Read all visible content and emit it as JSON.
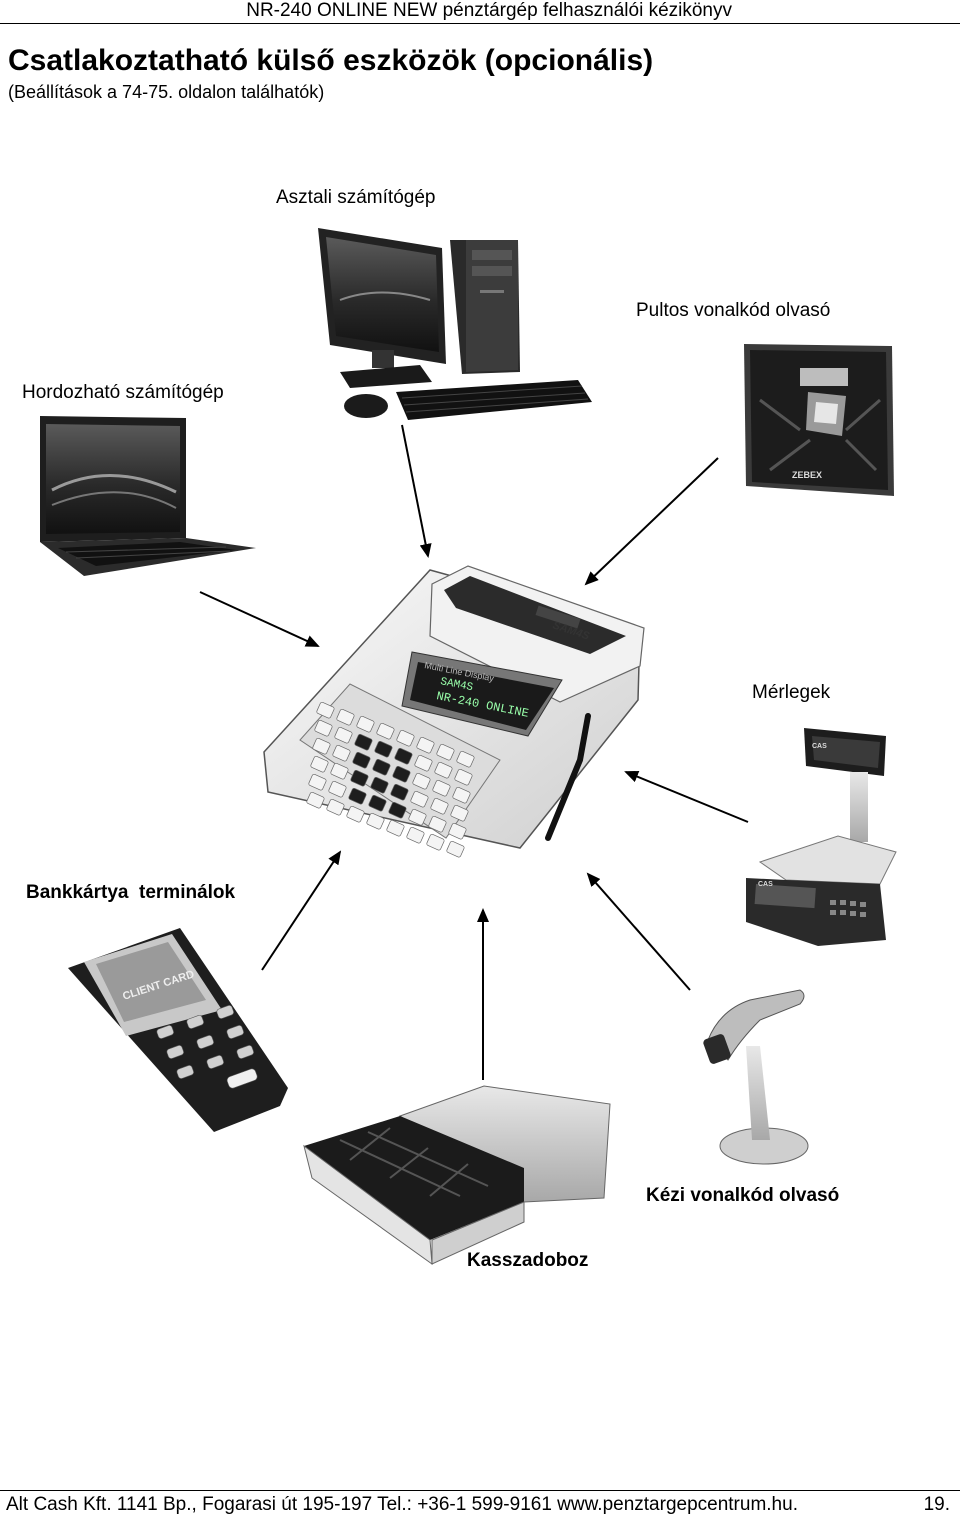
{
  "header": {
    "title": "NR-240 ONLINE NEW pénztárgép felhasználói kézikönyv"
  },
  "section": {
    "title": "Csatlakoztatható külső eszközök (opcionális)",
    "subtitle": "(Beállítások a 74-75. oldalon találhatók)"
  },
  "devices": {
    "desktop": "Asztali számítógép",
    "scanner_fixed": "Pultos vonalkód olvasó",
    "laptop": "Hordozható számítógép",
    "scales": "Mérlegek",
    "card_terminal": "Bankkártya  terminálok",
    "handheld_scanner": "Kézi vonalkód olvasó",
    "cash_drawer": "Kasszadoboz"
  },
  "register": {
    "brand": "SAM4S",
    "display_caption": "Multi Line Display",
    "display_line1": "SAM4S",
    "display_line2": "NR-240 ONLINE"
  },
  "pictured_text": {
    "scanner_brand": "ZEBEX",
    "scale_brand": "CAS",
    "card_screen": "CLIENT CARD"
  },
  "footer": {
    "text": "Alt Cash Kft. 1141 Bp., Fogarasi út 195-197 Tel.: +36-1 599-9161 www.penztargepcentrum.hu.",
    "page": "19."
  }
}
